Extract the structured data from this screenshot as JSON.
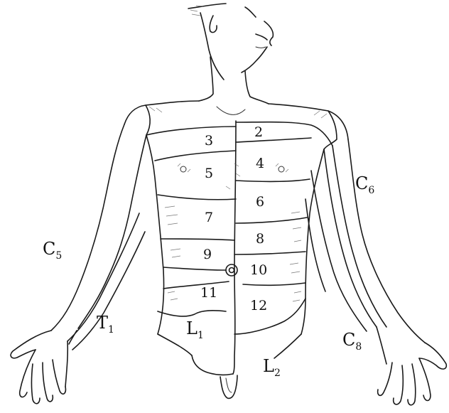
{
  "diagram": {
    "trunk_segments": [
      "2",
      "3",
      "4",
      "5",
      "6",
      "7",
      "8",
      "9",
      "10",
      "11",
      "12"
    ],
    "lumbar": [
      {
        "main": "L",
        "sub": "1"
      },
      {
        "main": "L",
        "sub": "2"
      }
    ],
    "arm": [
      {
        "main": "C",
        "sub": "5"
      },
      {
        "main": "C",
        "sub": "6"
      },
      {
        "main": "C",
        "sub": "8"
      },
      {
        "main": "T",
        "sub": "1"
      }
    ]
  }
}
